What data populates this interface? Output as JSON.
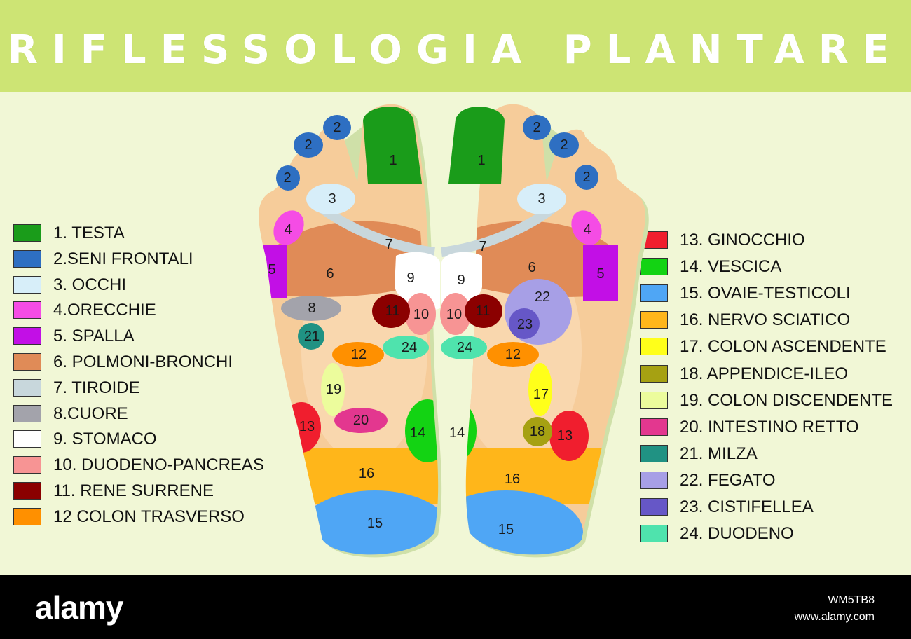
{
  "title": "RIFLESSOLOGIA  PLANTARE",
  "legend_left": [
    {
      "label": "1. TESTA",
      "color": "#1a9c1a"
    },
    {
      "label": "2.SENI FRONTALI",
      "color": "#2e6fc2"
    },
    {
      "label": "3. OCCHI",
      "color": "#d7eef9"
    },
    {
      "label": "4.ORECCHIE",
      "color": "#f54ce5"
    },
    {
      "label": "5. SPALLA",
      "color": "#c20fe6"
    },
    {
      "label": "6. POLMONI-BRONCHI",
      "color": "#e08b57"
    },
    {
      "label": "7. TIROIDE",
      "color": "#c8d7dc"
    },
    {
      "label": "8.CUORE",
      "color": "#a3a3ab"
    },
    {
      "label": "9. STOMACO",
      "color": "#ffffff"
    },
    {
      "label": "10. DUODENO-PANCREAS",
      "color": "#f79494"
    },
    {
      "label": "11. RENE SURRENE",
      "color": "#8b0000"
    },
    {
      "label": "12 COLON TRASVERSO",
      "color": "#ff9000"
    }
  ],
  "legend_right": [
    {
      "label": "13. GINOCCHIO",
      "color": "#f01e2e"
    },
    {
      "label": "14. VESCICA",
      "color": "#13d313"
    },
    {
      "label": "15. OVAIE-TESTICOLI",
      "color": "#4fa6f5"
    },
    {
      "label": "16. NERVO SCIATICO",
      "color": "#ffb61a"
    },
    {
      "label": "17. COLON ASCENDENTE",
      "color": "#ffff1a"
    },
    {
      "label": "18.  APPENDICE-ILEO",
      "color": "#a6a112"
    },
    {
      "label": "19. COLON DISCENDENTE",
      "color": "#ecfc9c"
    },
    {
      "label": "20. INTESTINO RETTO",
      "color": "#e3378f"
    },
    {
      "label": "21. MILZA",
      "color": "#209283"
    },
    {
      "label": "22. FEGATO",
      "color": "#a79fe6"
    },
    {
      "label": "23. CISTIFELLEA",
      "color": "#6657c7"
    },
    {
      "label": "24. DUODENO",
      "color": "#4fe3ad"
    }
  ],
  "zone_numbers": [
    "1",
    "2",
    "3",
    "4",
    "5",
    "6",
    "7",
    "8",
    "9",
    "10",
    "11",
    "12",
    "13",
    "14",
    "15",
    "16",
    "17",
    "18",
    "19",
    "20",
    "21",
    "22",
    "23",
    "24"
  ],
  "footer": {
    "brand": "alamy",
    "image_code": "WM5TB8",
    "site": "www.alamy.com"
  }
}
